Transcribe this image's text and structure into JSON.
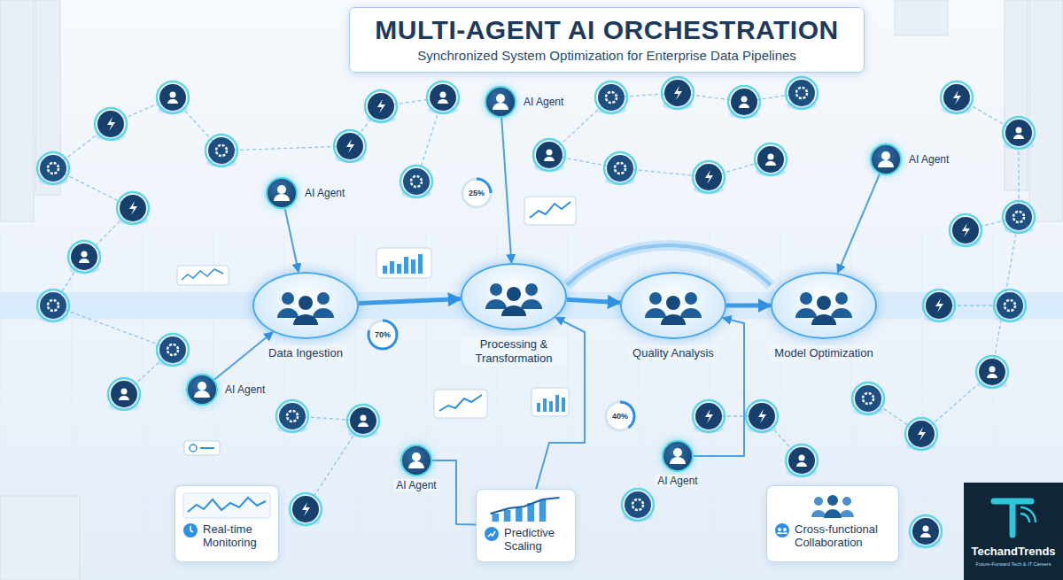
{
  "diagram": {
    "title": "MULTI-AGENT AI ORCHESTRATION",
    "caption": "Synchronized System Optimization for Enterprise Data Pipelines",
    "nodes": [
      {
        "text": [
          "AI Agent"
        ]
      },
      {
        "text": [
          "AI Agent"
        ]
      },
      {
        "text": [
          "AI Agent"
        ]
      },
      {
        "text": [
          "Data Ingestion"
        ]
      },
      {
        "text": [
          "Processing & Transformation"
        ]
      },
      {
        "text": [
          "Quality Analysis"
        ]
      },
      {
        "text": [
          "Model Optimization"
        ]
      },
      {
        "text": [
          "AI Agent"
        ]
      },
      {
        "text": [
          "AI Agent"
        ]
      },
      {
        "text": [
          "AI Agent"
        ]
      },
      {
        "text": [
          "Real-time Monitoring"
        ]
      },
      {
        "text": [
          "Predictive Scaling"
        ]
      },
      {
        "text": [
          "Cross-functional Collaboration"
        ]
      }
    ],
    "edges": [
      {
        "from": 3,
        "to": 4,
        "arrow": "to"
      },
      {
        "from": 4,
        "to": 5,
        "arrow": "to"
      },
      {
        "from": 5,
        "to": 6,
        "arrow": "to"
      },
      {
        "from": 0,
        "to": 4,
        "arrow": "to"
      },
      {
        "from": 1,
        "to": 6,
        "arrow": "to"
      },
      {
        "from": 2,
        "to": 3,
        "arrow": "to"
      },
      {
        "from": 7,
        "to": 3,
        "arrow": "to"
      },
      {
        "from": 8,
        "to": 11,
        "arrow": "none"
      },
      {
        "from": 9,
        "to": 5,
        "arrow": "to"
      },
      {
        "from": 11,
        "to": 4,
        "arrow": "to"
      }
    ],
    "labels": [
      "25%",
      "70%",
      "40%",
      "TechandTrends",
      "Future-Forward Tech & IT Careers"
    ]
  }
}
